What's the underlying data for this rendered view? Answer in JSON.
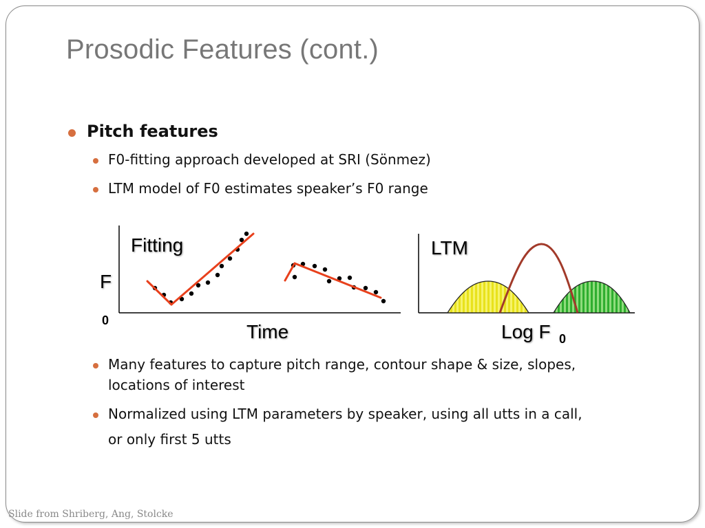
{
  "slide": {
    "title": "Prosodic Features (cont.)",
    "bullets": {
      "main": "Pitch features",
      "sub1": "F0-fitting approach developed at SRI (Sönmez)",
      "sub2": "LTM model of F0 estimates speaker’s F0 range",
      "sub3_line1": "Many features to capture pitch range, contour shape & size, slopes,",
      "sub3_line2": "locations of interest",
      "sub4_line1": "Normalized using LTM parameters by speaker, using all utts in a call,",
      "sub4_line2": "or only first 5 utts"
    },
    "footer": "Slide from Shriberg, Ang, Stolcke",
    "colors": {
      "bullet": "#d66f3f",
      "fit_line": "#e8401c",
      "ltm_curve": "#a23a2a",
      "left_bell": "#f3f04a",
      "right_bell": "#3cbf3c"
    }
  },
  "figure": {
    "left": {
      "panel_label": "Fitting",
      "y_label_main": "F",
      "y_label_sub": "0",
      "x_label": "Time"
    },
    "right": {
      "panel_label": "LTM",
      "x_label_main": "Log F",
      "x_label_sub": "0"
    }
  }
}
